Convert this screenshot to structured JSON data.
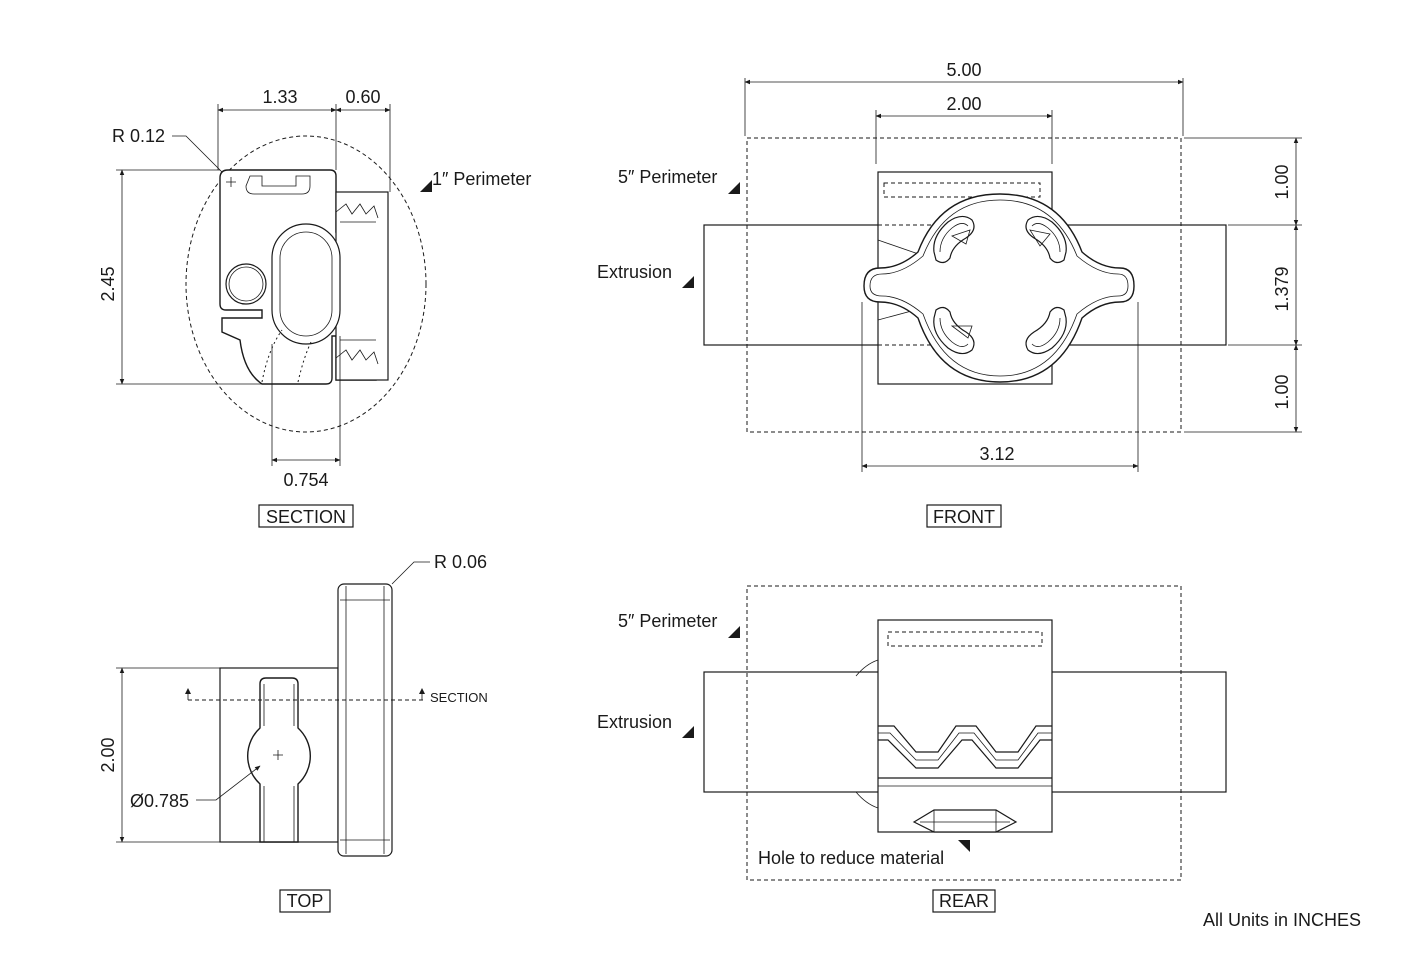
{
  "views": {
    "section": {
      "title": "SECTION",
      "dim_width": "1.33",
      "dim_side": "0.60",
      "dim_height": "2.45",
      "dim_bottom": "0.754",
      "radius": "R 0.12",
      "perimeter": "1″ Perimeter"
    },
    "front": {
      "title": "FRONT",
      "dim_outer": "5.00",
      "dim_inner": "2.00",
      "dim_span": "3.12",
      "dim_top": "1.00",
      "dim_mid": "1.379",
      "dim_bottom": "1.00",
      "perimeter": "5″ Perimeter",
      "extrusion": "Extrusion"
    },
    "top": {
      "title": "TOP",
      "dim_height": "2.00",
      "diameter": "Ø0.785",
      "radius": "R 0.06",
      "section_marker": "SECTION"
    },
    "rear": {
      "title": "REAR",
      "perimeter": "5″ Perimeter",
      "extrusion": "Extrusion",
      "hole_note": "Hole to reduce material"
    }
  },
  "footer_note": "All Units in INCHES"
}
